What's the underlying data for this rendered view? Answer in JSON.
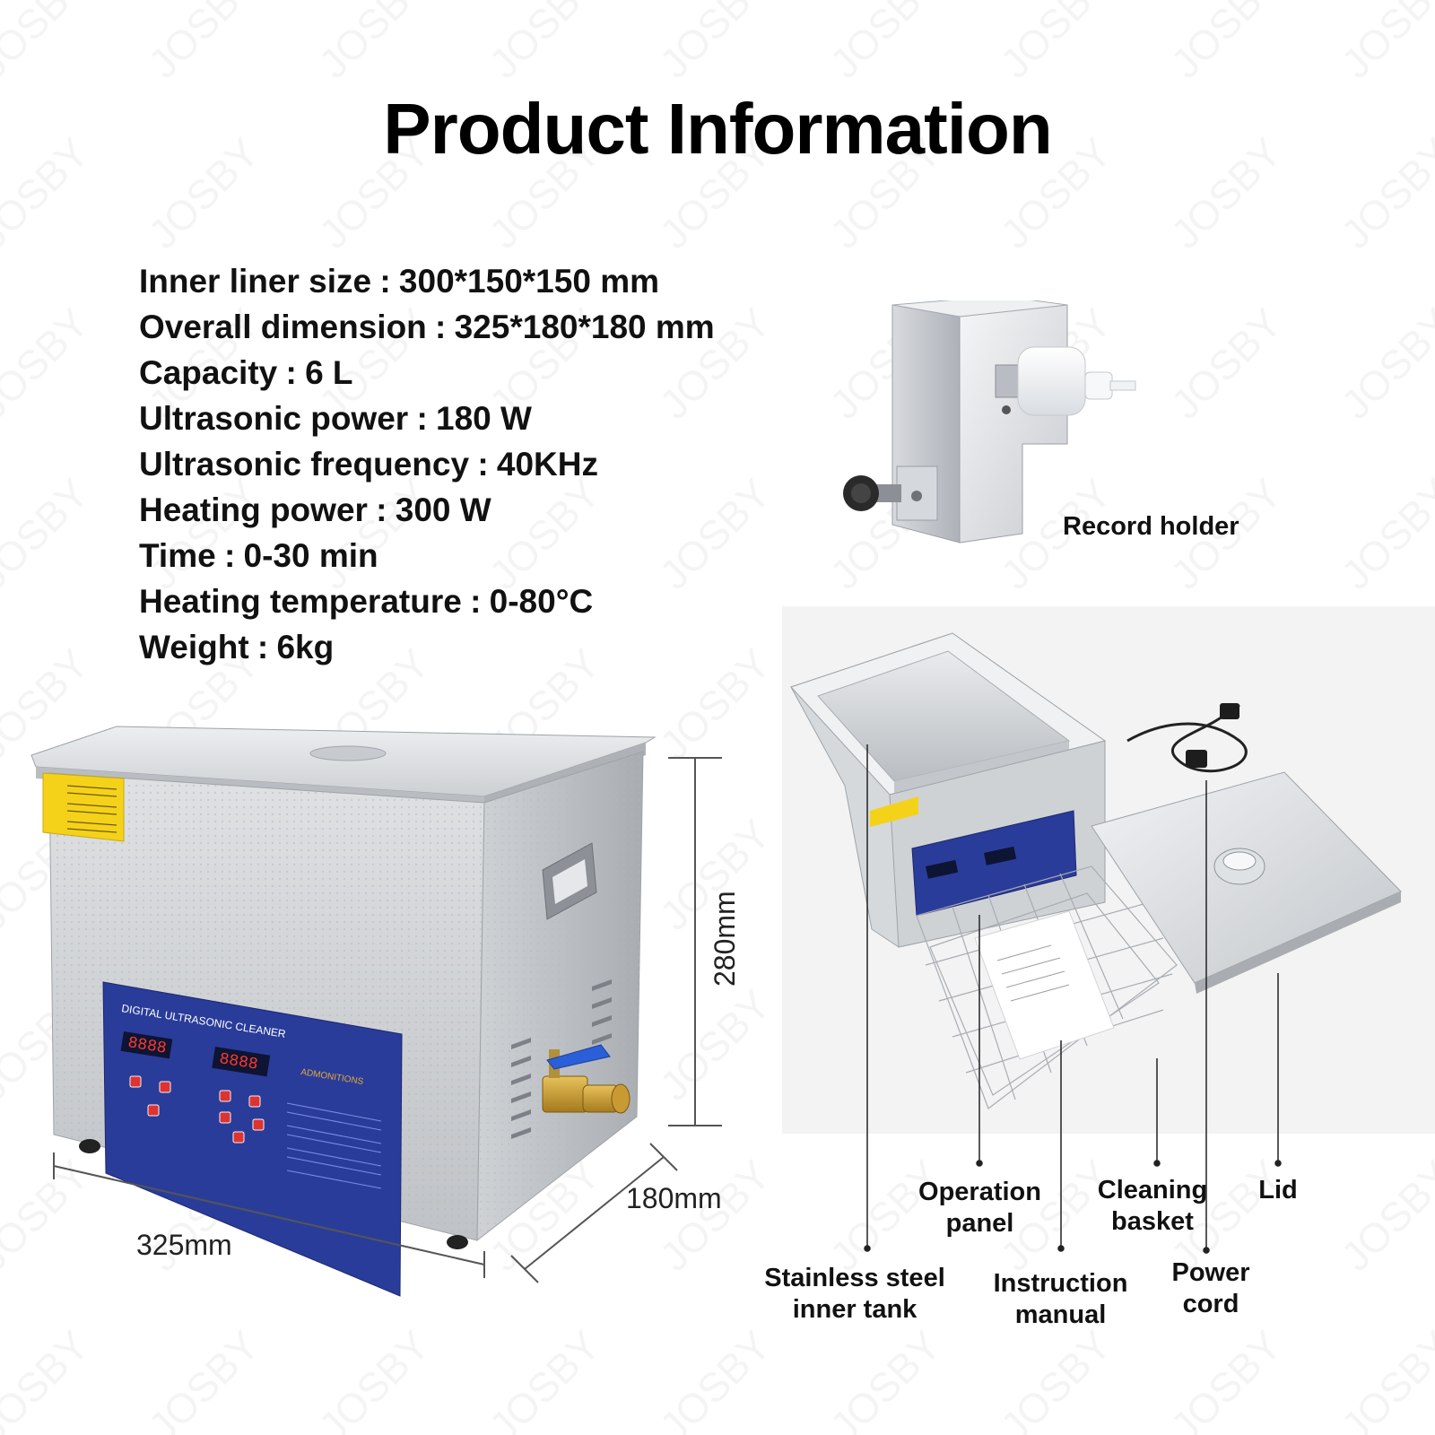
{
  "title": "Product Information",
  "specs": [
    {
      "label": "Inner liner size",
      "value": "300*150*150 mm"
    },
    {
      "label": "Overall dimension",
      "value": "325*180*180 mm"
    },
    {
      "label": "Capacity",
      "value": "6 L"
    },
    {
      "label": "Ultrasonic power",
      "value": "180 W"
    },
    {
      "label": "Ultrasonic frequency",
      "value": "40KHz"
    },
    {
      "label": "Heating power",
      "value": "300 W"
    },
    {
      "label": "Time",
      "value": "0-30 min"
    },
    {
      "label": "Heating temperature",
      "value": "0-80°C"
    },
    {
      "label": "Weight",
      "value": "6kg"
    }
  ],
  "separator": ":",
  "record_holder_label": "Record holder",
  "dimensions": {
    "height": "280mm",
    "depth": "180mm",
    "width": "325mm"
  },
  "parts": {
    "operation_panel": [
      "Operation",
      "panel"
    ],
    "cleaning_basket": [
      "Cleaning",
      "basket"
    ],
    "lid": [
      "Lid"
    ],
    "stainless_tank": [
      "Stainless steel",
      "inner tank"
    ],
    "instruction_manual": [
      "Instruction",
      "manual"
    ],
    "power_cord": [
      "Power",
      "cord"
    ]
  },
  "panel_text": {
    "header": "DIGITAL ULTRASONIC CLEANER",
    "display": "8888",
    "admonitions": "ADMONITIONS"
  },
  "watermark": "JOSBY",
  "colors": {
    "panel_blue": "#2a3c9a",
    "warning_yellow": "#f5d21a",
    "steel": "#c9ccd0"
  }
}
